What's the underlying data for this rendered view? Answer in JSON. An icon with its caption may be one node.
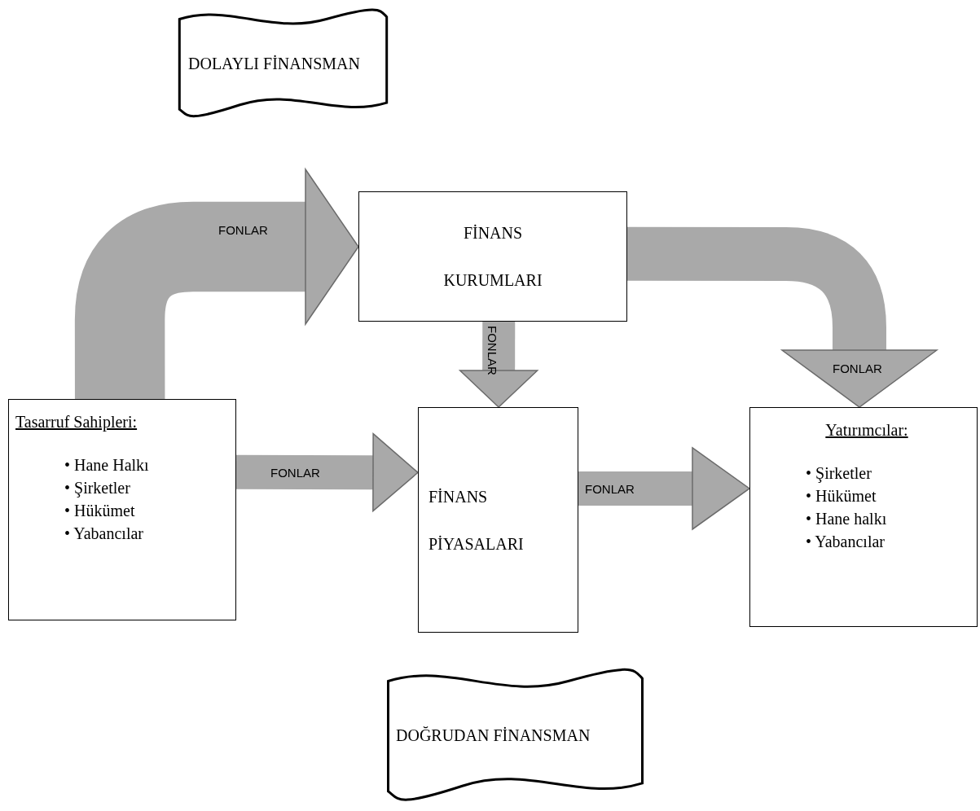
{
  "diagram": {
    "nodes": [
      {
        "text": [
          "DOLAYLI FİNANSMAN"
        ]
      },
      {
        "text": [
          "FİNANS KURUMLARI"
        ]
      },
      {
        "text": [
          "Tasarruf Sahipleri:",
          "• Hane Halkı",
          "• Şirketler",
          "• Hükümet",
          "• Yabancılar"
        ]
      },
      {
        "text": [
          "FİNANS PİYASALARI"
        ]
      },
      {
        "text": [
          "Yatırımcılar:",
          "• Şirketler",
          "• Hükümet",
          "• Hane halkı",
          "• Yabancılar"
        ]
      },
      {
        "text": [
          "DOĞRUDAN FİNANSMAN"
        ]
      }
    ],
    "edges": [
      {
        "from": 2,
        "to": 1,
        "arrow": "to",
        "label": "FONLAR",
        "style": "thick"
      },
      {
        "from": 1,
        "to": 4,
        "arrow": "to",
        "label": "FONLAR"
      },
      {
        "from": 1,
        "to": 3,
        "arrow": "to",
        "label": "FONLAR"
      },
      {
        "from": 2,
        "to": 3,
        "arrow": "to",
        "label": "FONLAR"
      },
      {
        "from": 3,
        "to": 4,
        "arrow": "to",
        "label": "FONLAR"
      }
    ]
  }
}
